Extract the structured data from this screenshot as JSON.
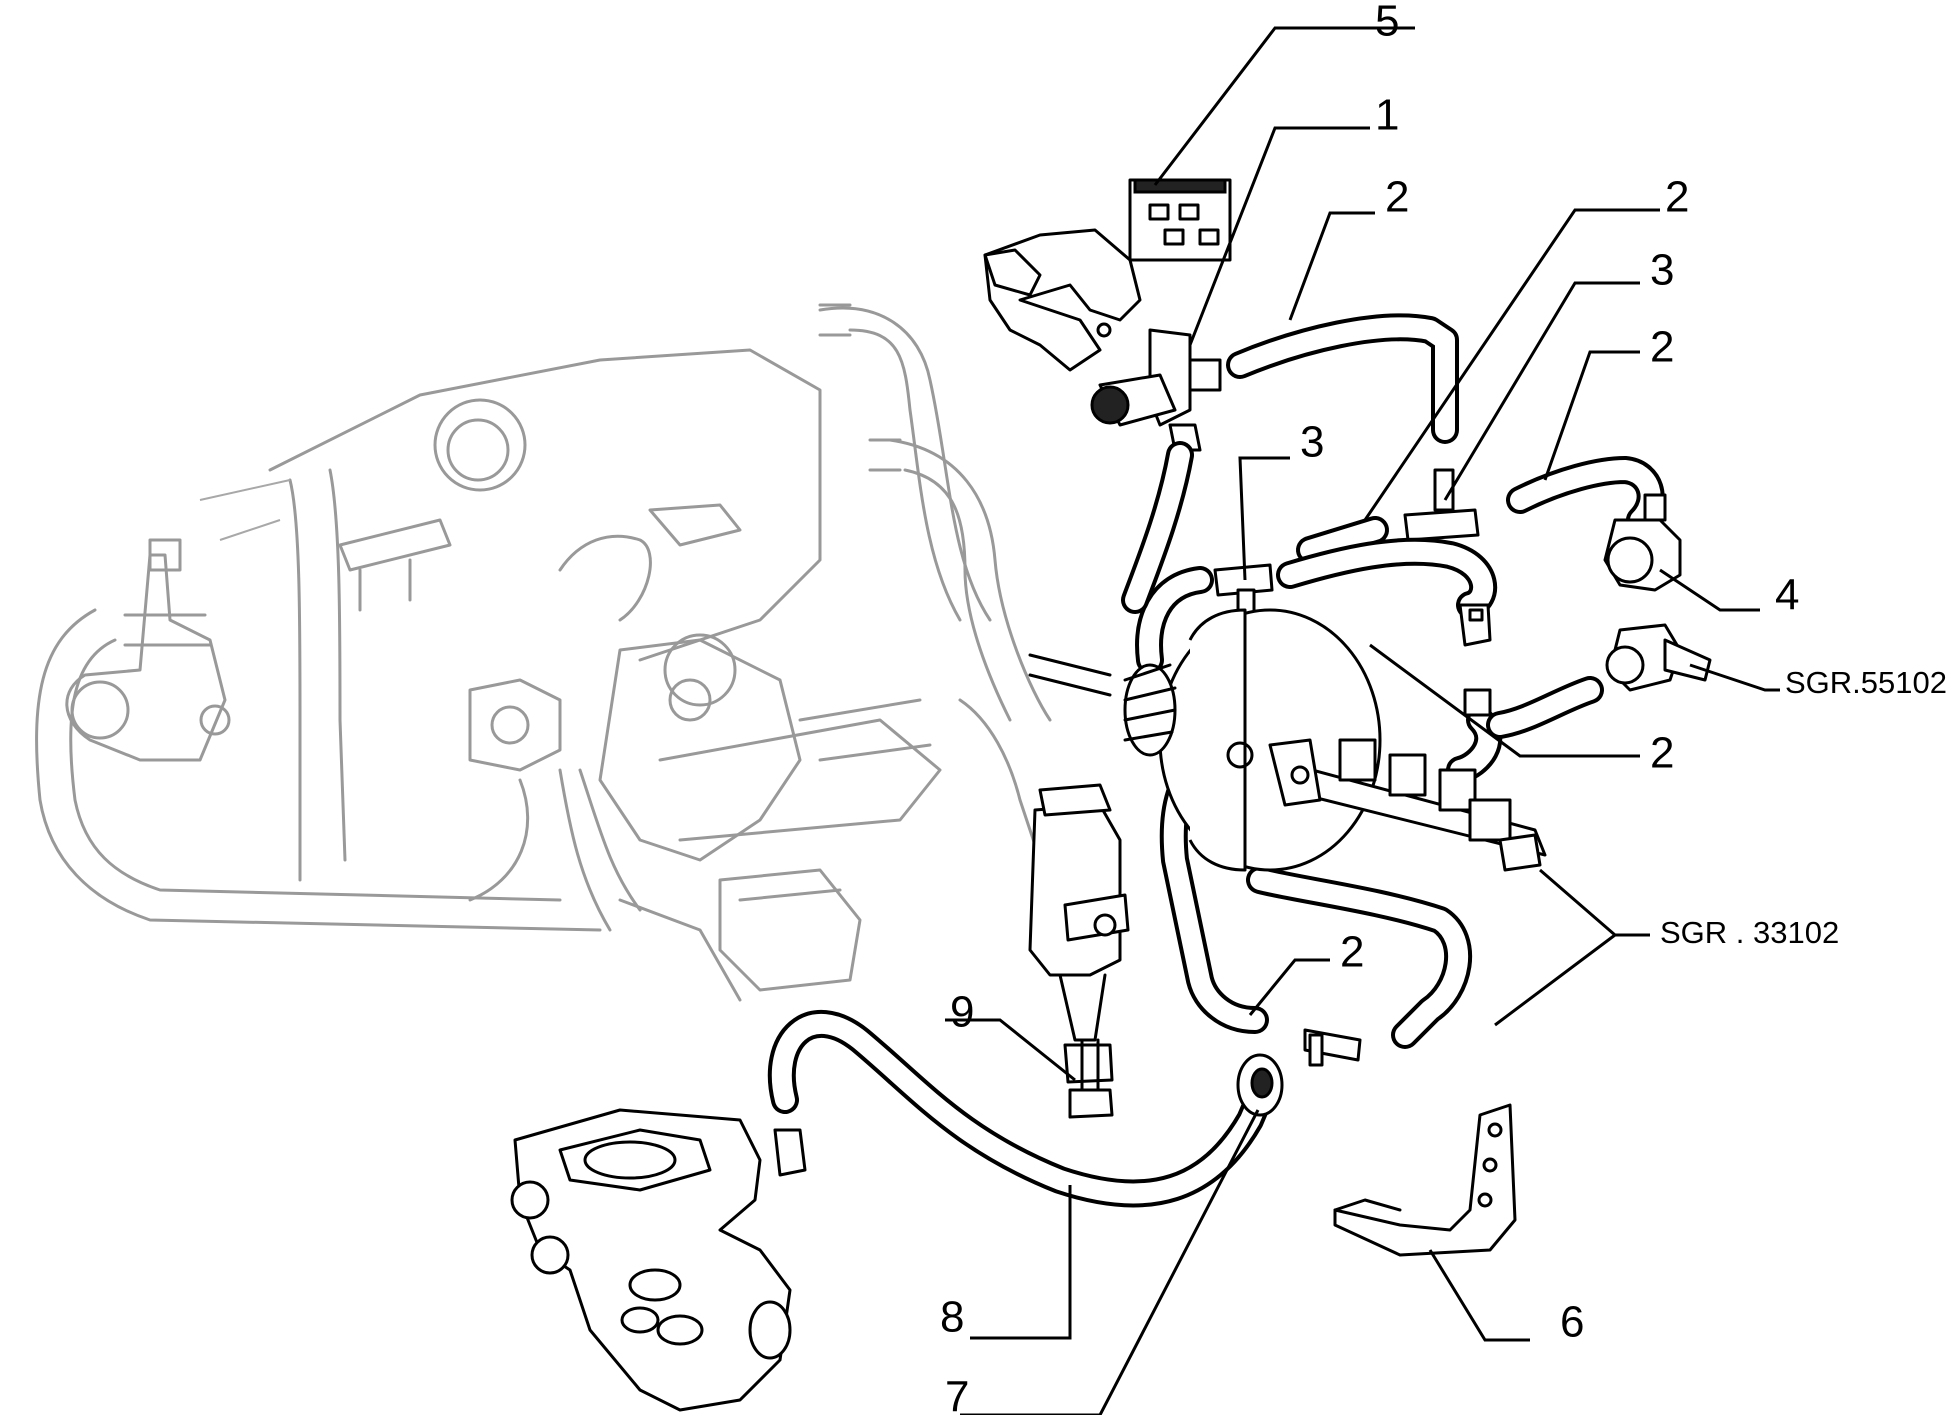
{
  "callouts": [
    {
      "id": "5",
      "label": "5"
    },
    {
      "id": "1",
      "label": "1"
    },
    {
      "id": "2a",
      "label": "2"
    },
    {
      "id": "2b",
      "label": "2"
    },
    {
      "id": "3a",
      "label": "3"
    },
    {
      "id": "3b",
      "label": "3"
    },
    {
      "id": "2c",
      "label": "2"
    },
    {
      "id": "4",
      "label": "4"
    },
    {
      "id": "2d",
      "label": "2"
    },
    {
      "id": "2e",
      "label": "2"
    },
    {
      "id": "9",
      "label": "9"
    },
    {
      "id": "8",
      "label": "8"
    },
    {
      "id": "7",
      "label": "7"
    },
    {
      "id": "6",
      "label": "6"
    }
  ],
  "references": [
    {
      "id": "sgr55102",
      "label": "SGR.55102"
    },
    {
      "id": "sgr33102",
      "label": "SGR . 33102"
    }
  ]
}
